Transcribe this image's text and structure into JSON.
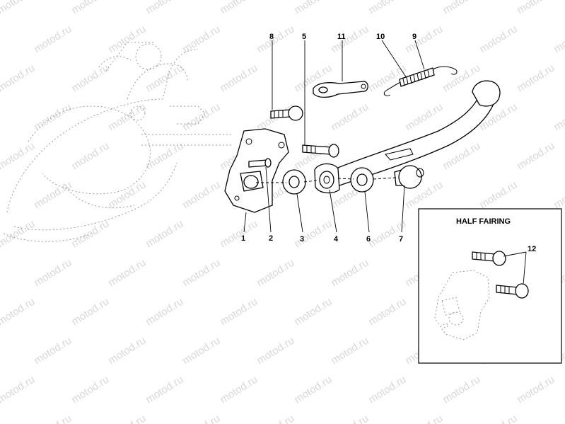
{
  "watermark": {
    "text": "motod.ru"
  },
  "callouts": [
    {
      "id": "c1",
      "label": "1"
    },
    {
      "id": "c2",
      "label": "2"
    },
    {
      "id": "c3",
      "label": "3"
    },
    {
      "id": "c4",
      "label": "4"
    },
    {
      "id": "c5",
      "label": "5"
    },
    {
      "id": "c6",
      "label": "6"
    },
    {
      "id": "c7",
      "label": "7"
    },
    {
      "id": "c8",
      "label": "8"
    },
    {
      "id": "c9",
      "label": "9"
    },
    {
      "id": "c10",
      "label": "10"
    },
    {
      "id": "c11",
      "label": "11"
    },
    {
      "id": "c12",
      "label": "12"
    }
  ],
  "inset": {
    "title": "HALF FAIRING"
  }
}
